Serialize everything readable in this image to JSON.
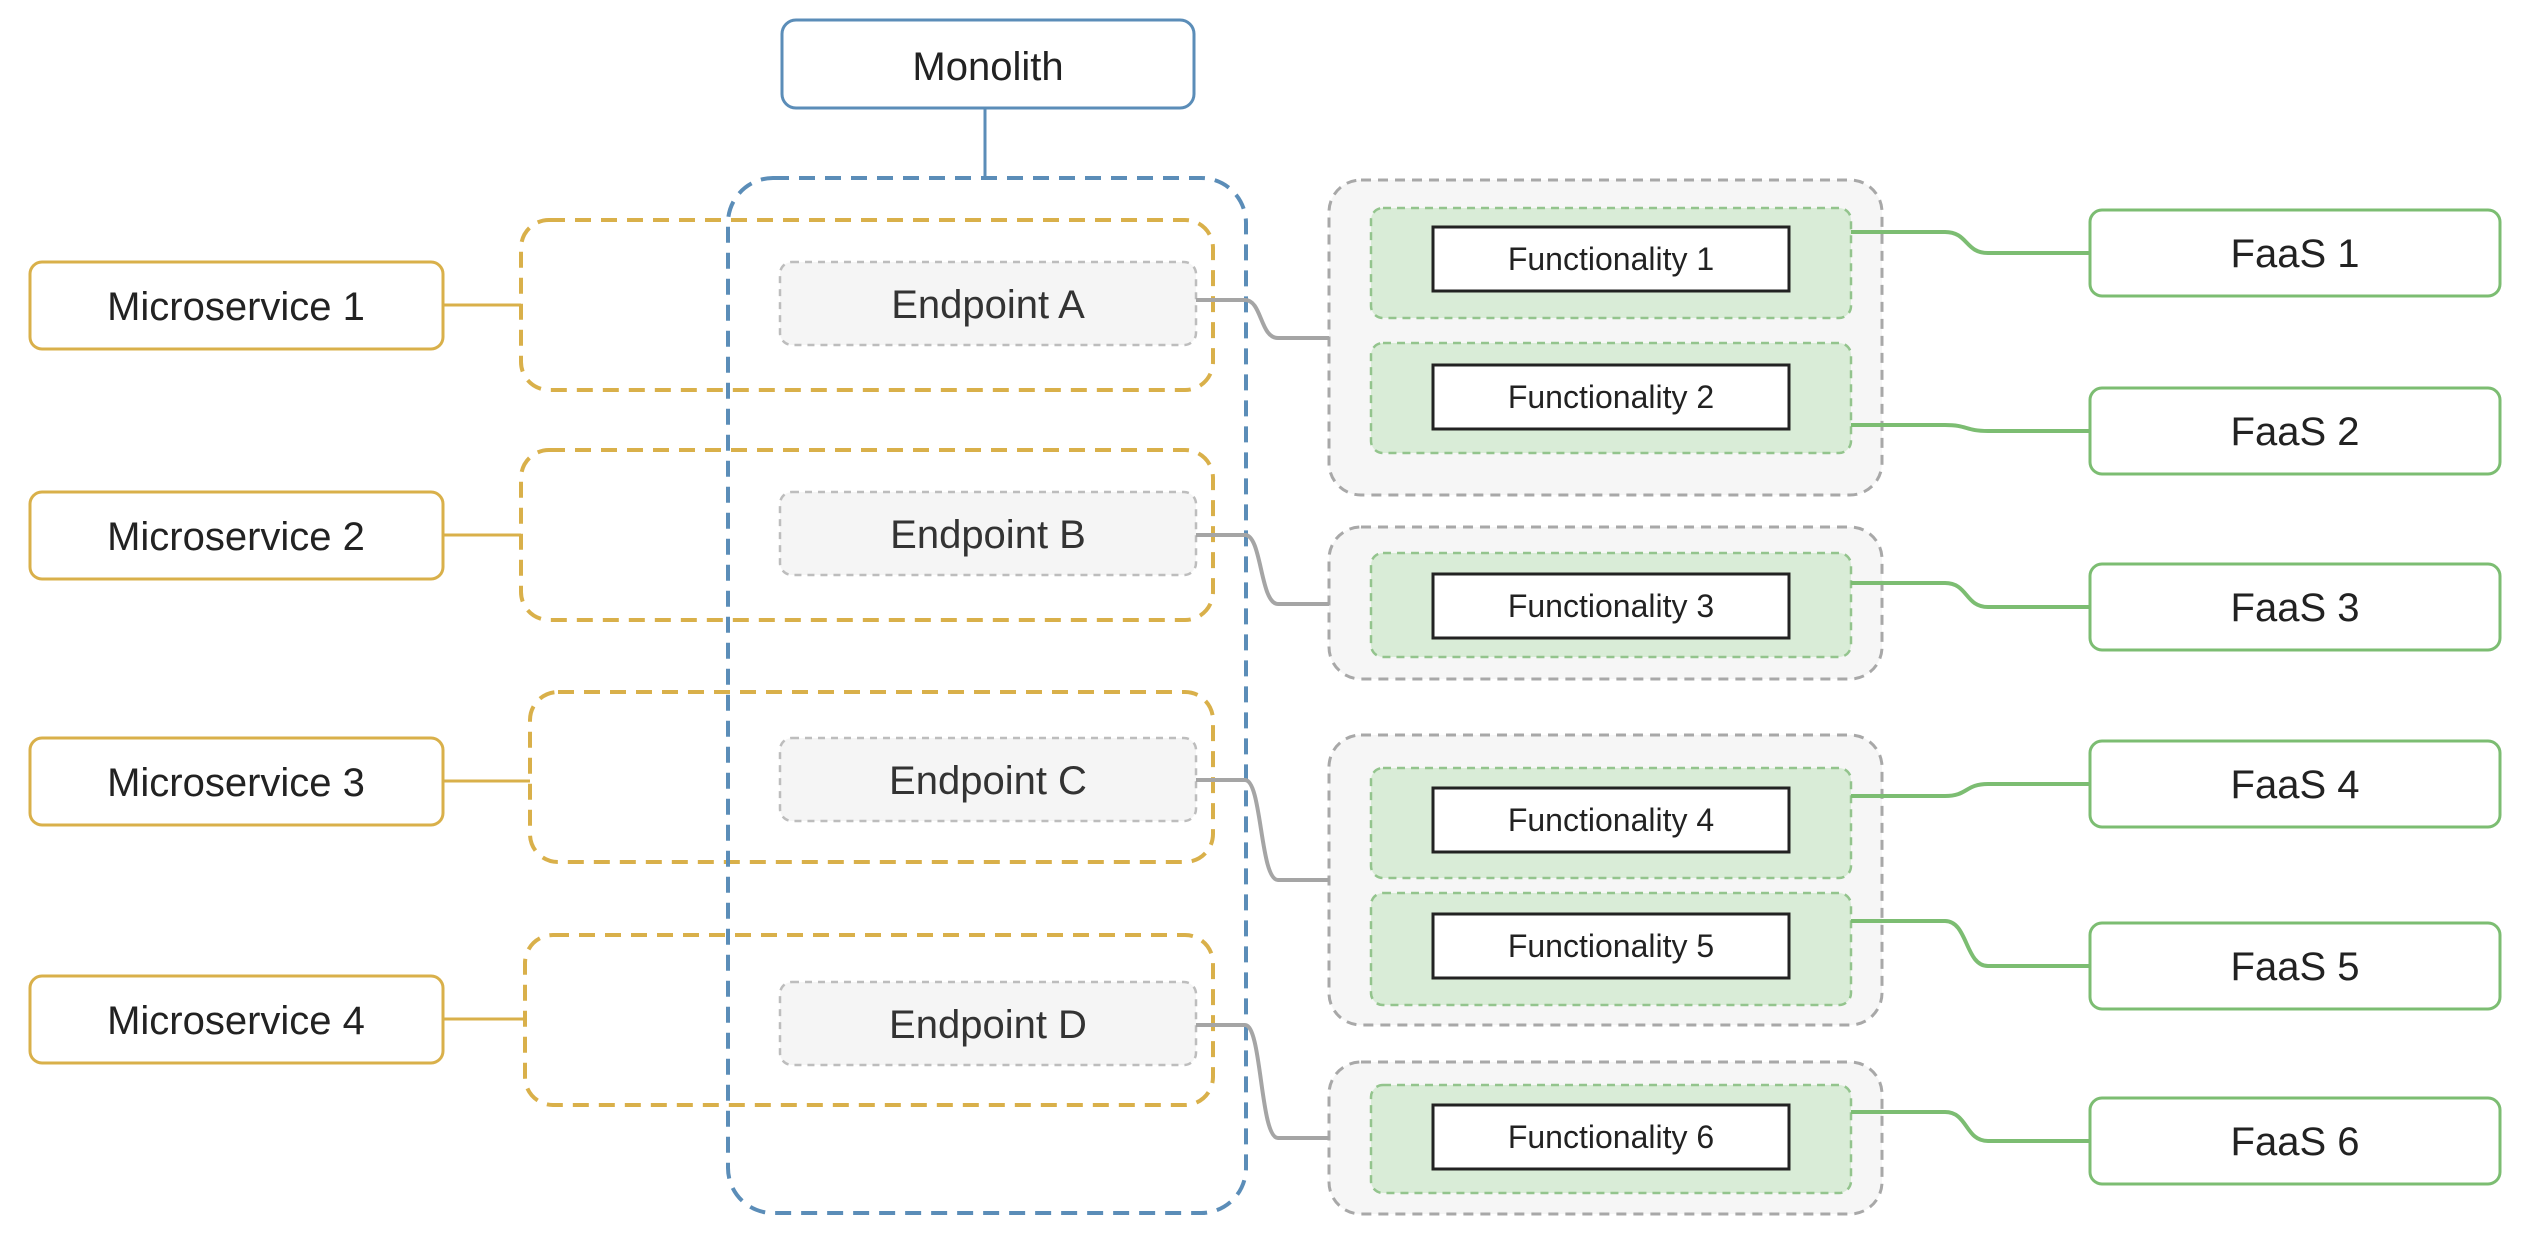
{
  "monolith": {
    "label": "Monolith"
  },
  "microservices": [
    {
      "label": "Microservice 1"
    },
    {
      "label": "Microservice 2"
    },
    {
      "label": "Microservice 3"
    },
    {
      "label": "Microservice 4"
    }
  ],
  "endpoints": [
    {
      "label": "Endpoint A"
    },
    {
      "label": "Endpoint B"
    },
    {
      "label": "Endpoint C"
    },
    {
      "label": "Endpoint D"
    }
  ],
  "functionalities": [
    {
      "label": "Functionality 1"
    },
    {
      "label": "Functionality 2"
    },
    {
      "label": "Functionality 3"
    },
    {
      "label": "Functionality 4"
    },
    {
      "label": "Functionality 5"
    },
    {
      "label": "Functionality 6"
    }
  ],
  "faas": [
    {
      "label": "FaaS 1"
    },
    {
      "label": "FaaS 2"
    },
    {
      "label": "FaaS 3"
    },
    {
      "label": "FaaS 4"
    },
    {
      "label": "FaaS 5"
    },
    {
      "label": "FaaS 6"
    }
  ],
  "colors": {
    "monolith": "#5b8db8",
    "microservice": "#d9b04a",
    "endpoint_border": "#bdbdbd",
    "endpoint_fill": "#f5f5f5",
    "group_border": "#a8a8a8",
    "group_fill": "#f6f6f6",
    "functionality_fill": "#d9ecd7",
    "functionality_border": "#93c48d",
    "faas": "#7cbd72",
    "gray_connector": "#a5a5a5",
    "text": "#222222"
  }
}
